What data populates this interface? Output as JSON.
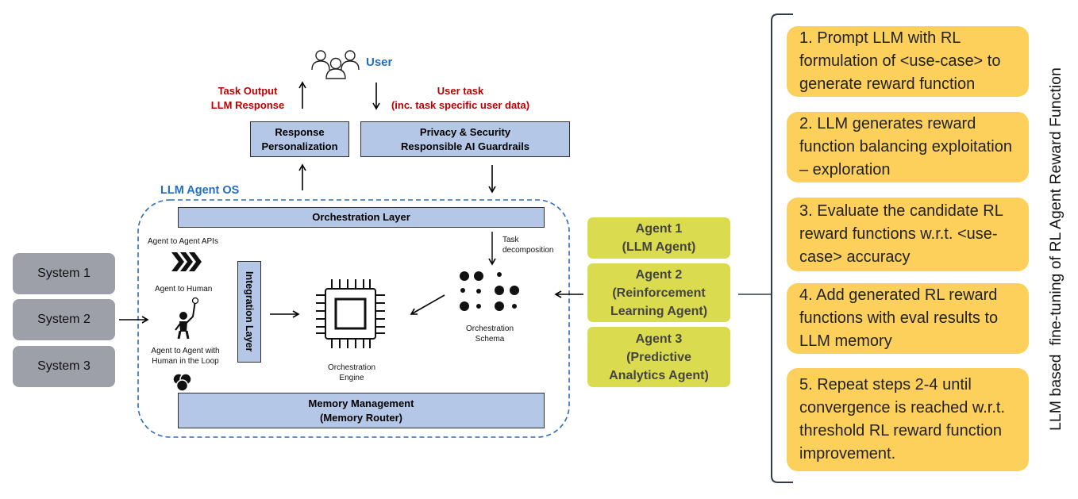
{
  "user": {
    "label": "User"
  },
  "task_output": {
    "label": "Task Output\nLLM Response"
  },
  "user_task": {
    "label": "User task\n(inc. task specific user data)"
  },
  "response_personalization": {
    "label": "Response\nPersonalization"
  },
  "privacy_security": {
    "label": "Privacy & Security\nResponsible AI Guardrails"
  },
  "os": {
    "title": "LLM Agent OS",
    "orchestration_layer": "Orchestration Layer",
    "memory_management": "Memory Management\n(Memory Router)",
    "integration_layer": "Integration Layer",
    "agent_to_agent_apis": "Agent to Agent APIs",
    "agent_to_human": "Agent to Human",
    "agent_to_agent_human_loop": "Agent to Agent with\nHuman in the Loop",
    "task_decomposition": "Task\ndecomposition",
    "orchestration_schema": "Orchestration\nSchema",
    "orchestration_engine": "Orchestration\nEngine"
  },
  "systems": [
    "System 1",
    "System 2",
    "System 3"
  ],
  "agents": [
    "Agent 1\n(LLM Agent)",
    "Agent 2\n(Reinforcement\nLearning Agent)",
    "Agent 3\n(Predictive\nAnalytics Agent)"
  ],
  "steps": [
    "1. Prompt LLM with RL formulation of <use-case> to generate reward function",
    "2. LLM generates reward function balancing exploitation – exploration",
    "3. Evaluate the candidate RL reward functions w.r.t. <use-case> accuracy",
    "4. Add generated RL reward functions with eval results to LLM memory",
    "5. Repeat steps 2-4 until convergence is reached w.r.t. threshold RL reward function improvement."
  ],
  "side_title": "LLM based  fine-tuning of RL Agent Reward Function",
  "colors": {
    "blue_box": "#b4c7e7",
    "system_gray": "#9d9fa9",
    "agent_yellow": "#dbdb4f",
    "step_orange": "#fdd05c",
    "os_blue": "#1f6ec4",
    "red_text": "#c00000"
  }
}
